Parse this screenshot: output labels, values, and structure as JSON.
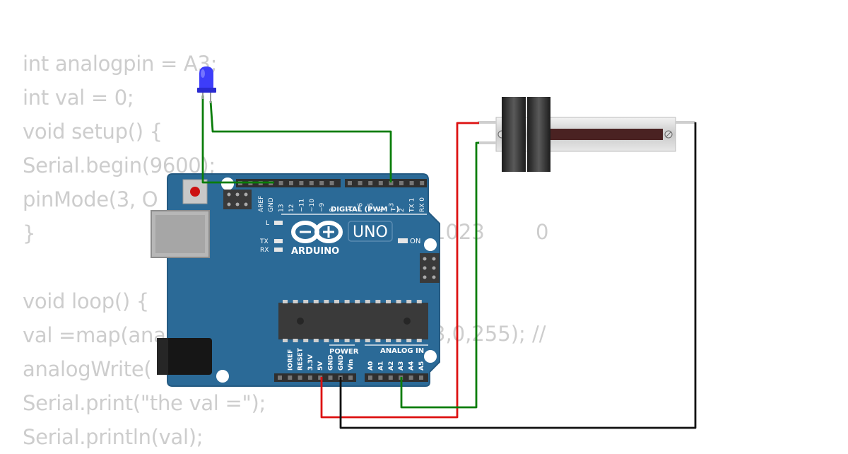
{
  "code": {
    "lines": [
      "int analogpin = A3;",
      "int val = 0;",
      "void setup() {",
      "Serial.begin(9600);",
      "pinMode(3, O",
      "}",
      "",
      "void loop() {",
      "val =map(ana",
      "analogWrite(",
      "Serial.print(\"the val =\");",
      "Serial.println(val);"
    ],
    "fragments": {
      "map_tail": "3,0,255); //",
      "range_max": "1023",
      "range_min": "0"
    }
  },
  "board": {
    "brand": "ARDUINO",
    "model": "UNO",
    "on_label": "ON",
    "l_label": "L",
    "tx_label": "TX",
    "rx_label": "RX",
    "digital_label": "DIGITAL (PWM ~)",
    "power_label": "POWER",
    "analog_label": "ANALOG IN",
    "top_pins": [
      "AREF",
      "GND",
      "13",
      "12",
      "~11",
      "~10",
      "~9",
      "8",
      "7",
      "~6",
      "~5",
      "4",
      "~3",
      "2",
      "TX 1",
      "RX 0"
    ],
    "bottom_power_pins": [
      "IOREF",
      "RESET",
      "3.3V",
      "5V",
      "GND",
      "GND",
      "Vin"
    ],
    "bottom_analog_pins": [
      "A0",
      "A1",
      "A2",
      "A3",
      "A4",
      "A5"
    ],
    "colors": {
      "board": "#2b6a97",
      "board_edge": "#245a82",
      "chip": "#3a3a3a"
    }
  },
  "components": {
    "led": {
      "color": "#3d3dfa"
    },
    "potentiometer": {
      "track": "#4a2222"
    }
  },
  "wires": {
    "colors": {
      "green": "#0a7d0a",
      "red": "#dd1111",
      "black": "#111111"
    }
  }
}
